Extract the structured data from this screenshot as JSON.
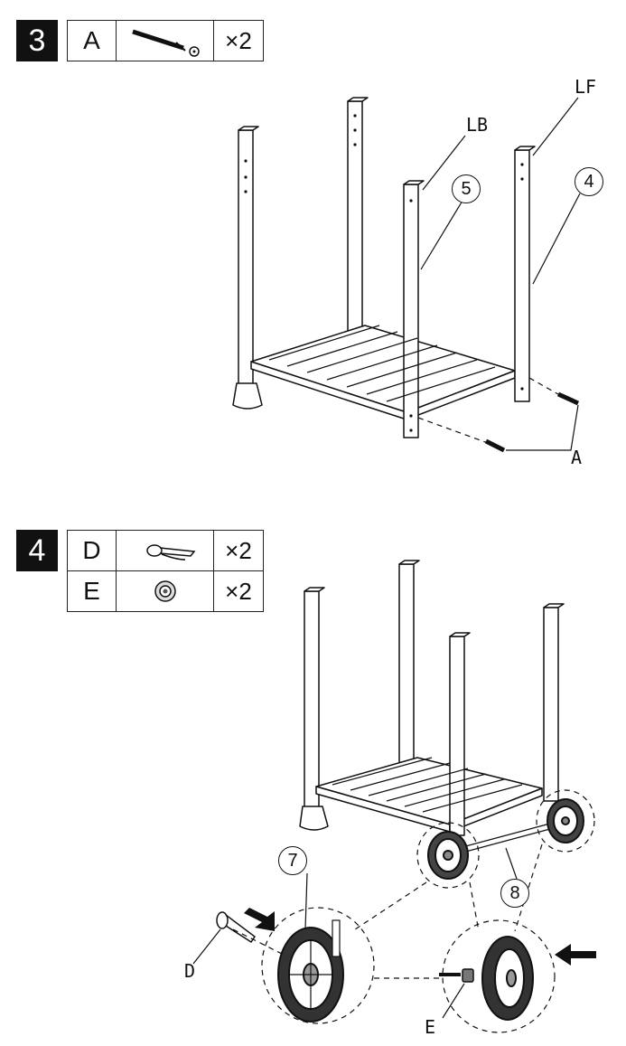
{
  "step3": {
    "number": "3",
    "parts": [
      {
        "letter": "A",
        "icon": "bolt-washer-icon",
        "qty": "×2"
      }
    ],
    "labels": {
      "lb": "LB",
      "lf": "LF",
      "a": "A"
    },
    "callouts": [
      "5",
      "4"
    ]
  },
  "step4": {
    "number": "4",
    "parts": [
      {
        "letter": "D",
        "icon": "hitch-pin-icon",
        "qty": "×2"
      },
      {
        "letter": "E",
        "icon": "bushing-icon",
        "qty": "×2"
      }
    ],
    "labels": {
      "d": "D",
      "e": "E"
    },
    "callouts": [
      "7",
      "8"
    ]
  },
  "colors": {
    "line": "#111111",
    "background": "#ffffff"
  }
}
